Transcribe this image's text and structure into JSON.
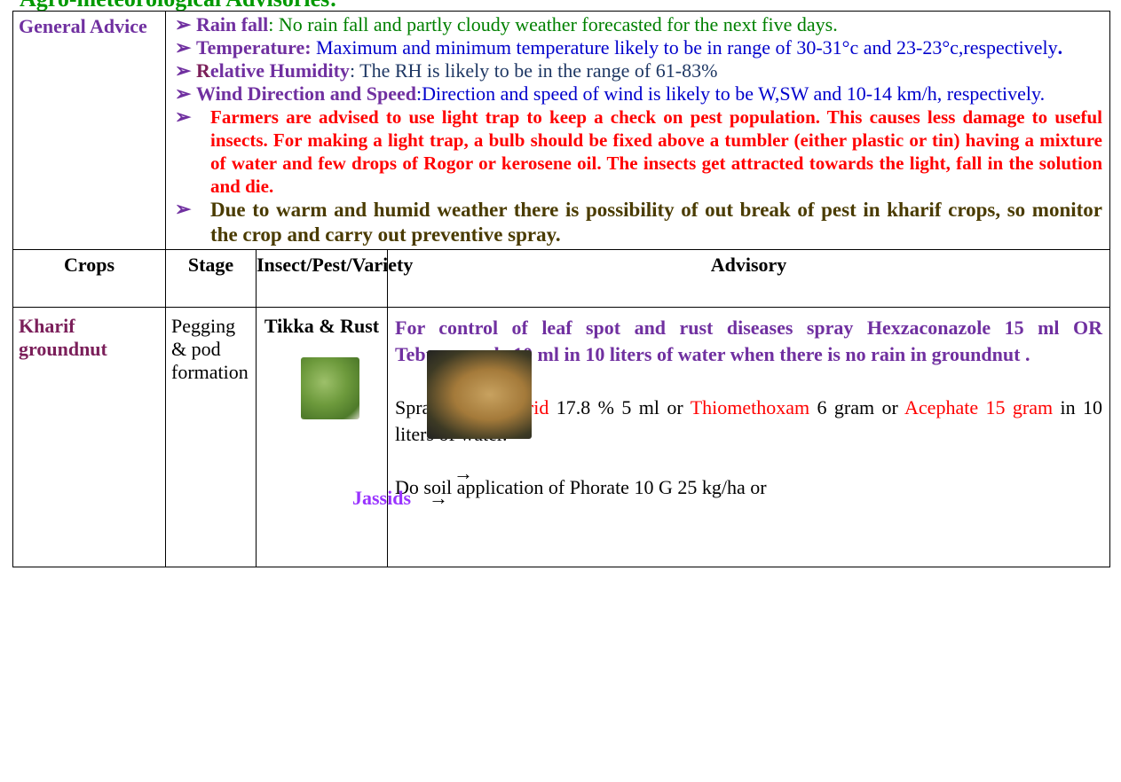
{
  "title": "Agro-meteorological Advisories:",
  "general": {
    "label": "General Advice",
    "rain_label": "Rain fall",
    "rain_text": ":  No rain fall and  partly cloudy weather forecasted for the next five days.",
    "temp_label": "Temperature:",
    "temp_text": " Maximum and minimum temperature likely to be in range of 30-31°c and 23-23°c,respectively",
    "temp_end": ".",
    "rh_label_r": "R",
    "rh_label": "elative Humidity",
    "rh_text": ": The RH is likely to be in the range of 61-83%",
    "wind_label": "Wind Direction and Speed",
    "wind_text": ":Direction and speed of wind is likely to be W,SW and 10-14 km/h, respectively.",
    "trap_text": "Farmers are advised to use light trap to keep a check on pest population. This causes less damage to useful insects. For making a light trap, a bulb should be fixed above a tumbler (either plastic or tin) having a mixture of water and few drops of  Rogor or kerosene oil. The insects get attracted towards the light, fall in the solution and die.",
    "warm_text": "Due to warm and humid weather there is possibility of out break of pest in kharif crops, so monitor the crop and carry out preventive spray."
  },
  "bullet_glyph": "➢",
  "headers": {
    "crops": "Crops",
    "stage": "Stage",
    "pest": "Insect/Pest/Variety",
    "advisory": "Advisory"
  },
  "row": {
    "crop": "Kharif groundnut",
    "stage": "Pegging & pod formation",
    "pest_title": "Tikka & Rust",
    "arrow": "→",
    "jassids": "Jassids",
    "adv1": "For control  of leaf spot and rust diseases spray Hexzaconazole 15 ml OR Tebuconazole 10 ml in 10 liters of water when there is no rain in groundnut .",
    "spray_a": "Spray ",
    "spray_b": "Imidacloprid",
    "spray_c": " 17.8 % 5 ml or ",
    "spray_d": "Thiomethoxam",
    "spray_e": " 6 gram or ",
    "spray_f": "Acephate 15 gram",
    "spray_g": " in 10 liters of water.",
    "soil": "Do soil application of Phorate   10 G 25 kg/ha or"
  }
}
